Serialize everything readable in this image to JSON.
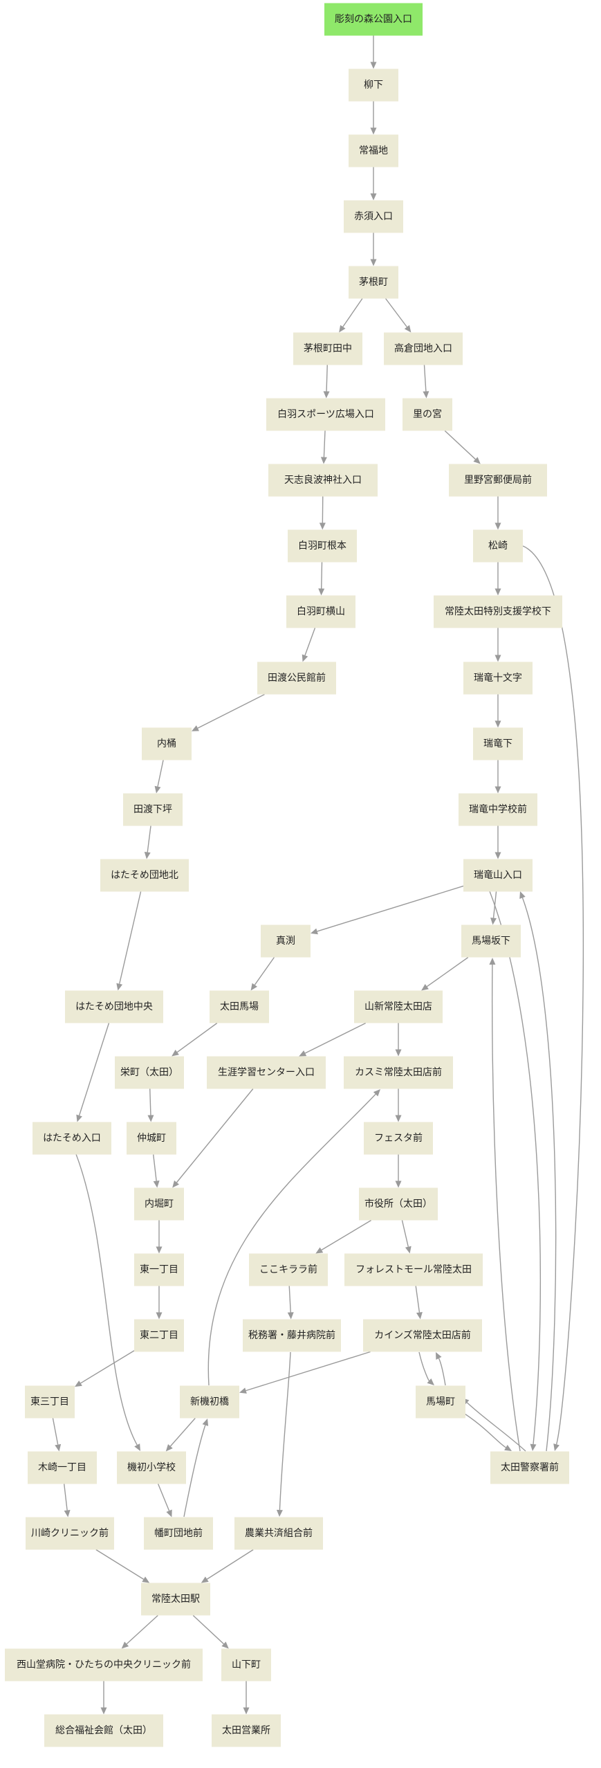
{
  "colors": {
    "start_node_fill": "#8fe86a",
    "node_fill": "#ecead5",
    "edge": "#9a9a9a",
    "text": "#222222"
  },
  "nodes": [
    {
      "id": "n0",
      "label": "彫刻の森公園入口",
      "start": true
    },
    {
      "id": "n1",
      "label": "柳下"
    },
    {
      "id": "n2",
      "label": "常福地"
    },
    {
      "id": "n3",
      "label": "赤須入口"
    },
    {
      "id": "n4",
      "label": "茅根町"
    },
    {
      "id": "n5",
      "label": "茅根町田中"
    },
    {
      "id": "n6",
      "label": "高倉団地入口"
    },
    {
      "id": "n7",
      "label": "白羽スポーツ広場入口"
    },
    {
      "id": "n8",
      "label": "里の宮"
    },
    {
      "id": "n9",
      "label": "天志良波神社入口"
    },
    {
      "id": "n10",
      "label": "里野宮郵便局前"
    },
    {
      "id": "n11",
      "label": "白羽町根本"
    },
    {
      "id": "n12",
      "label": "松崎"
    },
    {
      "id": "n13",
      "label": "白羽町横山"
    },
    {
      "id": "n14",
      "label": "常陸太田特別支援学校下"
    },
    {
      "id": "n15",
      "label": "田渡公民館前"
    },
    {
      "id": "n16",
      "label": "瑞竜十文字"
    },
    {
      "id": "n17",
      "label": "内桶"
    },
    {
      "id": "n18",
      "label": "瑞竜下"
    },
    {
      "id": "n19",
      "label": "田渡下坪"
    },
    {
      "id": "n20",
      "label": "瑞竜中学校前"
    },
    {
      "id": "n21",
      "label": "はたそめ団地北"
    },
    {
      "id": "n22",
      "label": "瑞竜山入口"
    },
    {
      "id": "n23",
      "label": "真渕"
    },
    {
      "id": "n24",
      "label": "馬場坂下"
    },
    {
      "id": "n25",
      "label": "はたそめ団地中央"
    },
    {
      "id": "n26",
      "label": "太田馬場"
    },
    {
      "id": "n27",
      "label": "山新常陸太田店"
    },
    {
      "id": "n28",
      "label": "栄町（太田）"
    },
    {
      "id": "n29",
      "label": "生涯学習センター入口"
    },
    {
      "id": "n30",
      "label": "カスミ常陸太田店前"
    },
    {
      "id": "n31",
      "label": "はたそめ入口"
    },
    {
      "id": "n32",
      "label": "仲城町"
    },
    {
      "id": "n33",
      "label": "フェスタ前"
    },
    {
      "id": "n34",
      "label": "内堀町"
    },
    {
      "id": "n35",
      "label": "市役所（太田）"
    },
    {
      "id": "n36",
      "label": "東一丁目"
    },
    {
      "id": "n37",
      "label": "ここキララ前"
    },
    {
      "id": "n38",
      "label": "フォレストモール常陸太田"
    },
    {
      "id": "n39",
      "label": "東二丁目"
    },
    {
      "id": "n40",
      "label": "税務署・藤井病院前"
    },
    {
      "id": "n41",
      "label": "カインズ常陸太田店前"
    },
    {
      "id": "n42",
      "label": "東三丁目"
    },
    {
      "id": "n43",
      "label": "新機初橋"
    },
    {
      "id": "n44",
      "label": "馬場町"
    },
    {
      "id": "n45",
      "label": "木崎一丁目"
    },
    {
      "id": "n46",
      "label": "機初小学校"
    },
    {
      "id": "n47",
      "label": "太田警察署前"
    },
    {
      "id": "n48",
      "label": "川崎クリニック前"
    },
    {
      "id": "n49",
      "label": "幡町団地前"
    },
    {
      "id": "n50",
      "label": "農業共済組合前"
    },
    {
      "id": "n51",
      "label": "常陸太田駅"
    },
    {
      "id": "n52",
      "label": "西山堂病院・ひたちの中央クリニック前"
    },
    {
      "id": "n53",
      "label": "山下町"
    },
    {
      "id": "n54",
      "label": "総合福祉会館（太田）"
    },
    {
      "id": "n55",
      "label": "太田営業所"
    }
  ],
  "edges": [
    [
      "n0",
      "n1"
    ],
    [
      "n1",
      "n2"
    ],
    [
      "n2",
      "n3"
    ],
    [
      "n3",
      "n4"
    ],
    [
      "n4",
      "n5"
    ],
    [
      "n4",
      "n6"
    ],
    [
      "n5",
      "n7"
    ],
    [
      "n6",
      "n8"
    ],
    [
      "n7",
      "n9"
    ],
    [
      "n8",
      "n10"
    ],
    [
      "n9",
      "n11"
    ],
    [
      "n10",
      "n12"
    ],
    [
      "n11",
      "n13"
    ],
    [
      "n12",
      "n14"
    ],
    [
      "n12",
      "n47"
    ],
    [
      "n13",
      "n15"
    ],
    [
      "n14",
      "n16"
    ],
    [
      "n15",
      "n17"
    ],
    [
      "n16",
      "n18"
    ],
    [
      "n17",
      "n19"
    ],
    [
      "n18",
      "n20"
    ],
    [
      "n19",
      "n21"
    ],
    [
      "n20",
      "n22"
    ],
    [
      "n21",
      "n25"
    ],
    [
      "n22",
      "n23"
    ],
    [
      "n22",
      "n24"
    ],
    [
      "n22",
      "n47"
    ],
    [
      "n47",
      "n22"
    ],
    [
      "n23",
      "n26"
    ],
    [
      "n24",
      "n27"
    ],
    [
      "n47",
      "n24"
    ],
    [
      "n25",
      "n31"
    ],
    [
      "n26",
      "n28"
    ],
    [
      "n27",
      "n29"
    ],
    [
      "n27",
      "n30"
    ],
    [
      "n28",
      "n32"
    ],
    [
      "n29",
      "n34"
    ],
    [
      "n32",
      "n34"
    ],
    [
      "n30",
      "n33"
    ],
    [
      "n43",
      "n30"
    ],
    [
      "n31",
      "n46"
    ],
    [
      "n33",
      "n35"
    ],
    [
      "n34",
      "n36"
    ],
    [
      "n35",
      "n37"
    ],
    [
      "n35",
      "n38"
    ],
    [
      "n36",
      "n39"
    ],
    [
      "n37",
      "n40"
    ],
    [
      "n38",
      "n41"
    ],
    [
      "n39",
      "n42"
    ],
    [
      "n40",
      "n50"
    ],
    [
      "n41",
      "n43"
    ],
    [
      "n41",
      "n44"
    ],
    [
      "n44",
      "n41"
    ],
    [
      "n42",
      "n45"
    ],
    [
      "n43",
      "n46"
    ],
    [
      "n44",
      "n47"
    ],
    [
      "n47",
      "n44"
    ],
    [
      "n45",
      "n48"
    ],
    [
      "n46",
      "n49"
    ],
    [
      "n49",
      "n43"
    ],
    [
      "n48",
      "n51"
    ],
    [
      "n50",
      "n51"
    ],
    [
      "n51",
      "n52"
    ],
    [
      "n51",
      "n53"
    ],
    [
      "n52",
      "n54"
    ],
    [
      "n53",
      "n55"
    ]
  ]
}
